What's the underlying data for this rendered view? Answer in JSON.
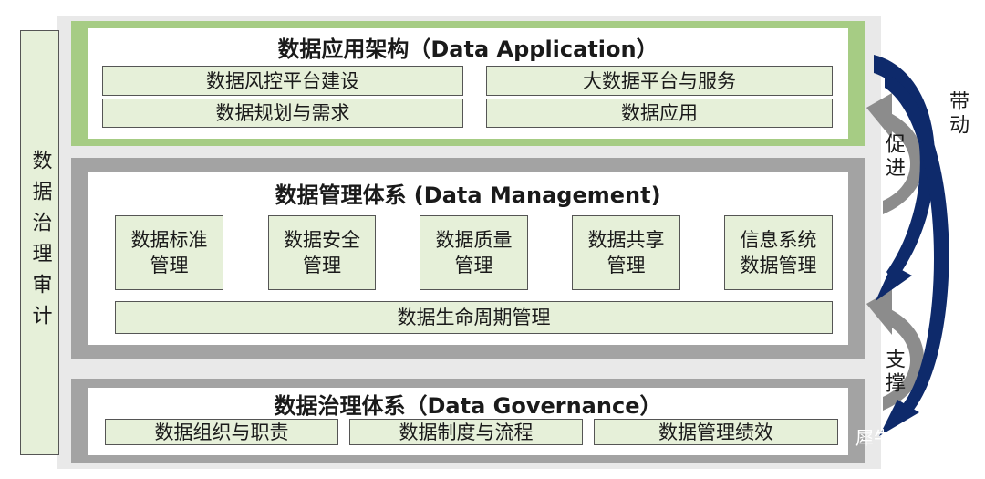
{
  "left_column": {
    "label": "数据治理审计"
  },
  "application": {
    "title": "数据应用架构（Data Application）",
    "items": [
      "数据风控平台建设",
      "大数据平台与服务",
      "数据规划与需求",
      "数据应用"
    ]
  },
  "management": {
    "title": "数据管理体系 (Data Management)",
    "items": [
      "数据标准\n管理",
      "数据安全\n管理",
      "数据质量\n管理",
      "数据共享\n管理",
      "信息系统\n数据管理"
    ],
    "lifecycle": "数据生命周期管理"
  },
  "governance": {
    "title": "数据治理体系（Data Governance）",
    "items": [
      "数据组织与职责",
      "数据制度与流程",
      "数据管理绩效"
    ]
  },
  "arrows": {
    "promote": "促进",
    "support": "支撑",
    "drive": "带动"
  },
  "watermark": "犀牛IT",
  "colors": {
    "green_frame": "#a6cc84",
    "gray_frame": "#a3a3a3",
    "cell_fill": "#e6f0d9",
    "dark_arrow": "#0e2a6b",
    "gray_arrow": "#8c8c8c"
  }
}
